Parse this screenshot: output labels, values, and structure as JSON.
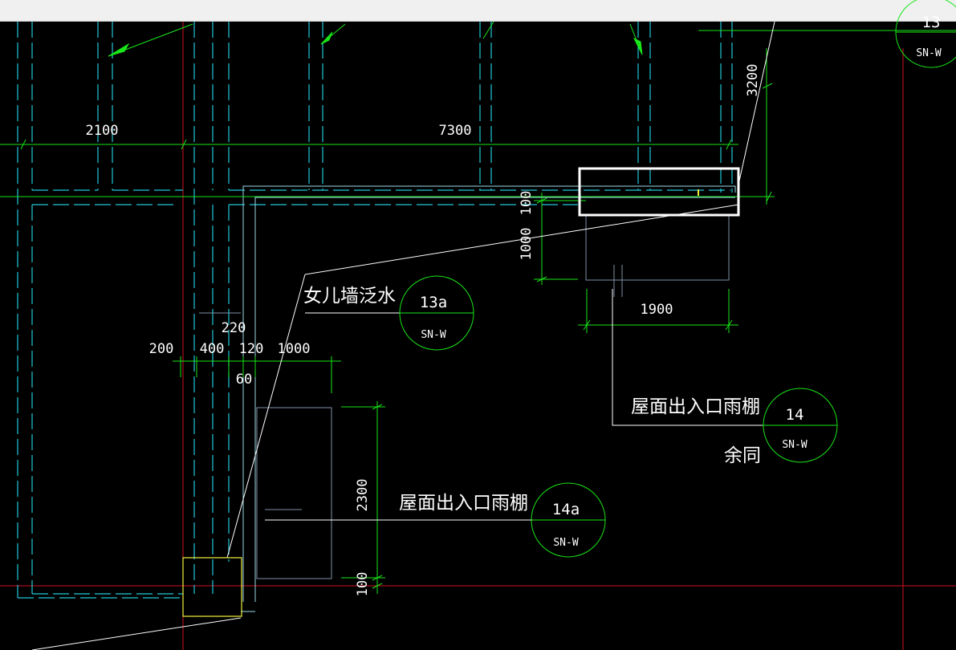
{
  "colors": {
    "background": "#000000",
    "wall_cyan": "#20c8d8",
    "dimension_green": "#19e619",
    "axis_red": "#d01020",
    "leader_white": "#ffffff",
    "highlight_yellow": "#f0f040",
    "outline_slate": "#8090a8"
  },
  "dimensions": {
    "top_left_span": "2100",
    "top_mid_span": "7300",
    "right_vertical": "3200",
    "parapet_offset": "100",
    "parapet_depth": "1000",
    "canopy_width": "1900",
    "col_220": "220",
    "col_200": "200",
    "col_400": "400",
    "col_120": "120",
    "col_1000": "1000",
    "col_60": "60",
    "canopy_left_height": "2300",
    "canopy_left_base": "100"
  },
  "annotations": {
    "parapet_note": "女儿墙泛水",
    "canopy_note_right": "屋面出入口雨棚",
    "same_as_note": "余同",
    "canopy_note_left": "屋面出入口雨棚"
  },
  "detail_refs": {
    "ref_13a": {
      "number": "13a",
      "sheet": "SN-W"
    },
    "ref_14": {
      "number": "14",
      "sheet": "SN-W"
    },
    "ref_14a": {
      "number": "14a",
      "sheet": "SN-W"
    },
    "ref_corner": {
      "number": "13",
      "sheet": "SN-W"
    }
  }
}
